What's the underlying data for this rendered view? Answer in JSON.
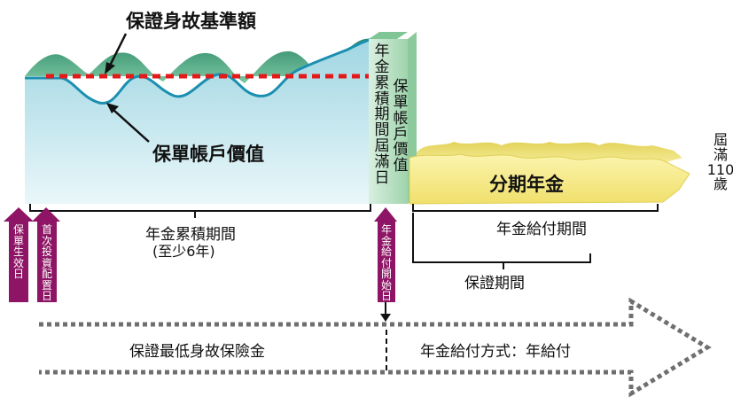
{
  "labels": {
    "guaranteed_death_benefit_base": "保證身故基準額",
    "policy_account_value": "保單帳戶價值",
    "accumulation_end_date": "年金累積期間屆滿日",
    "policy_account_value_vertical": "保單帳戶價值",
    "installment_annuity": "分期年金",
    "maturity_age": [
      "屆",
      "滿",
      "110",
      "歲"
    ],
    "accumulation_period": "年金累積期間",
    "accumulation_minimum": "(至少6年)",
    "payout_period": "年金給付期間",
    "guarantee_period": "保證期間",
    "policy_effective_date": "保單生效日",
    "first_allocation_date": "首次投資配置日",
    "payout_start_date": "年金給付開始日",
    "minimum_death_benefit": "保證最低身故保險金",
    "payout_method": "年金給付方式：年給付"
  },
  "colors": {
    "account_fill_top": "#bfe6ee",
    "account_fill_bottom": "#e6f5f8",
    "wave_green": "#3f9a78",
    "wave_teal_line": "#1b8fb0",
    "guarantee_dash_red": "#e31a1a",
    "end_block_green": "#a8d8b4",
    "annuity_yellow": "#f6ec8c",
    "annuity_yellow_dark": "#d9c84a",
    "date_tag_purple": "#8e1565",
    "dotted_arrow_gray": "#6f6f6f"
  },
  "icons": {
    "date_marker": "up-arrow-icon",
    "timeline": "dotted-right-arrow-icon"
  }
}
